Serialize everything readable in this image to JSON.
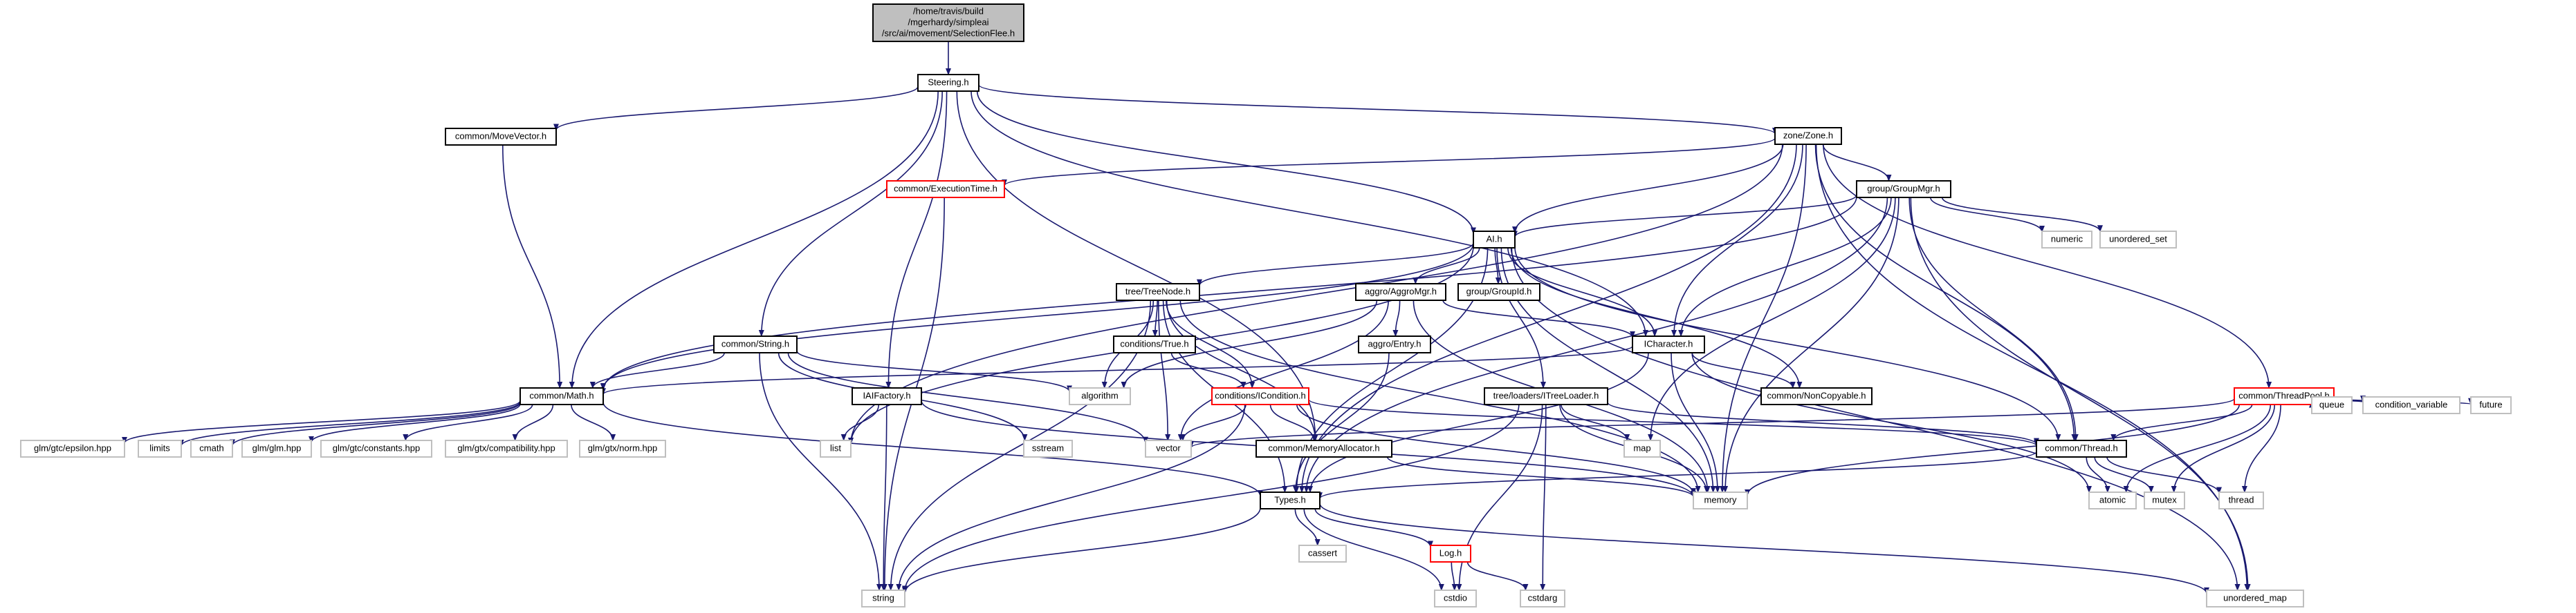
{
  "colors": {
    "background": "#ffffff",
    "edge": "#191970",
    "text": "#000000",
    "root_fill": "#bfbfbf",
    "box_border": "#000000",
    "incomplete_border": "#ff0000",
    "external_border": "#bfbfbf"
  },
  "nodes": [
    {
      "id": "root",
      "lines": [
        "/home/travis/build",
        "/mgerhardy/simpleai",
        "/src/ai/movement/SelectionFlee.h"
      ],
      "kind": "root"
    },
    {
      "id": "steering",
      "lines": [
        "Steering.h"
      ],
      "kind": "file"
    },
    {
      "id": "movevector",
      "lines": [
        "common/MoveVector.h"
      ],
      "kind": "file"
    },
    {
      "id": "zone",
      "lines": [
        "zone/Zone.h"
      ],
      "kind": "file"
    },
    {
      "id": "exectime",
      "lines": [
        "common/ExecutionTime.h"
      ],
      "kind": "incomplete"
    },
    {
      "id": "groupmgr",
      "lines": [
        "group/GroupMgr.h"
      ],
      "kind": "file"
    },
    {
      "id": "numeric",
      "lines": [
        "numeric"
      ],
      "kind": "external"
    },
    {
      "id": "unordered_set",
      "lines": [
        "unordered_set"
      ],
      "kind": "external"
    },
    {
      "id": "ai",
      "lines": [
        "AI.h"
      ],
      "kind": "file"
    },
    {
      "id": "treenode",
      "lines": [
        "tree/TreeNode.h"
      ],
      "kind": "file"
    },
    {
      "id": "aggromgr",
      "lines": [
        "aggro/AggroMgr.h"
      ],
      "kind": "file"
    },
    {
      "id": "groupid",
      "lines": [
        "group/GroupId.h"
      ],
      "kind": "file"
    },
    {
      "id": "string_h",
      "lines": [
        "common/String.h"
      ],
      "kind": "file"
    },
    {
      "id": "true_h",
      "lines": [
        "conditions/True.h"
      ],
      "kind": "file"
    },
    {
      "id": "entry",
      "lines": [
        "aggro/Entry.h"
      ],
      "kind": "file"
    },
    {
      "id": "icharacter",
      "lines": [
        "ICharacter.h"
      ],
      "kind": "file"
    },
    {
      "id": "math",
      "lines": [
        "common/Math.h"
      ],
      "kind": "file"
    },
    {
      "id": "iaifactory",
      "lines": [
        "IAIFactory.h"
      ],
      "kind": "file"
    },
    {
      "id": "algorithm",
      "lines": [
        "algorithm"
      ],
      "kind": "external"
    },
    {
      "id": "icondition",
      "lines": [
        "conditions/ICondition.h"
      ],
      "kind": "incomplete"
    },
    {
      "id": "treeloader",
      "lines": [
        "tree/loaders/ITreeLoader.h"
      ],
      "kind": "file"
    },
    {
      "id": "noncopyable",
      "lines": [
        "common/NonCopyable.h"
      ],
      "kind": "file"
    },
    {
      "id": "threadpool",
      "lines": [
        "common/ThreadPool.h"
      ],
      "kind": "incomplete"
    },
    {
      "id": "queue",
      "lines": [
        "queue"
      ],
      "kind": "external"
    },
    {
      "id": "condvar",
      "lines": [
        "condition_variable"
      ],
      "kind": "external"
    },
    {
      "id": "future",
      "lines": [
        "future"
      ],
      "kind": "external"
    },
    {
      "id": "glm_epsilon",
      "lines": [
        "glm/gtc/epsilon.hpp"
      ],
      "kind": "external"
    },
    {
      "id": "limits",
      "lines": [
        "limits"
      ],
      "kind": "external"
    },
    {
      "id": "cmath",
      "lines": [
        "cmath"
      ],
      "kind": "external"
    },
    {
      "id": "glm_glm",
      "lines": [
        "glm/glm.hpp"
      ],
      "kind": "external"
    },
    {
      "id": "glm_constants",
      "lines": [
        "glm/gtc/constants.hpp"
      ],
      "kind": "external"
    },
    {
      "id": "glm_compat",
      "lines": [
        "glm/gtx/compatibility.hpp"
      ],
      "kind": "external"
    },
    {
      "id": "glm_norm",
      "lines": [
        "glm/gtx/norm.hpp"
      ],
      "kind": "external"
    },
    {
      "id": "list",
      "lines": [
        "list"
      ],
      "kind": "external"
    },
    {
      "id": "sstream",
      "lines": [
        "sstream"
      ],
      "kind": "external"
    },
    {
      "id": "vector",
      "lines": [
        "vector"
      ],
      "kind": "external"
    },
    {
      "id": "memalloc",
      "lines": [
        "common/MemoryAllocator.h"
      ],
      "kind": "file"
    },
    {
      "id": "map",
      "lines": [
        "map"
      ],
      "kind": "external"
    },
    {
      "id": "thread_h",
      "lines": [
        "common/Thread.h"
      ],
      "kind": "file"
    },
    {
      "id": "memory",
      "lines": [
        "memory"
      ],
      "kind": "external"
    },
    {
      "id": "atomic",
      "lines": [
        "atomic"
      ],
      "kind": "external"
    },
    {
      "id": "mutex",
      "lines": [
        "mutex"
      ],
      "kind": "external"
    },
    {
      "id": "thread",
      "lines": [
        "thread"
      ],
      "kind": "external"
    },
    {
      "id": "types",
      "lines": [
        "Types.h"
      ],
      "kind": "file"
    },
    {
      "id": "cassert",
      "lines": [
        "cassert"
      ],
      "kind": "external"
    },
    {
      "id": "log",
      "lines": [
        "Log.h"
      ],
      "kind": "incomplete"
    },
    {
      "id": "string",
      "lines": [
        "string"
      ],
      "kind": "external"
    },
    {
      "id": "unordered_map",
      "lines": [
        "unordered_map"
      ],
      "kind": "external"
    },
    {
      "id": "cstdio",
      "lines": [
        "cstdio"
      ],
      "kind": "external"
    },
    {
      "id": "cstdarg",
      "lines": [
        "cstdarg"
      ],
      "kind": "external"
    }
  ],
  "edges": [
    [
      "root",
      "steering"
    ],
    [
      "steering",
      "movevector"
    ],
    [
      "steering",
      "math"
    ],
    [
      "steering",
      "string_h"
    ],
    [
      "steering",
      "iaifactory"
    ],
    [
      "steering",
      "ai"
    ],
    [
      "steering",
      "zone"
    ],
    [
      "steering",
      "icharacter"
    ],
    [
      "steering",
      "memalloc"
    ],
    [
      "movevector",
      "math"
    ],
    [
      "zone",
      "exectime"
    ],
    [
      "zone",
      "groupmgr"
    ],
    [
      "zone",
      "ai"
    ],
    [
      "zone",
      "icharacter"
    ],
    [
      "zone",
      "thread_h"
    ],
    [
      "zone",
      "threadpool"
    ],
    [
      "zone",
      "unordered_map"
    ],
    [
      "zone",
      "list"
    ],
    [
      "zone",
      "memory"
    ],
    [
      "zone",
      "types"
    ],
    [
      "exectime",
      "string"
    ],
    [
      "groupmgr",
      "ai"
    ],
    [
      "groupmgr",
      "numeric"
    ],
    [
      "groupmgr",
      "unordered_set"
    ],
    [
      "groupmgr",
      "math"
    ],
    [
      "groupmgr",
      "icharacter"
    ],
    [
      "groupmgr",
      "thread_h"
    ],
    [
      "groupmgr",
      "types"
    ],
    [
      "groupmgr",
      "map"
    ],
    [
      "groupmgr",
      "memory"
    ],
    [
      "groupmgr",
      "unordered_map"
    ],
    [
      "ai",
      "treenode"
    ],
    [
      "ai",
      "aggromgr"
    ],
    [
      "ai",
      "groupid"
    ],
    [
      "ai",
      "icharacter"
    ],
    [
      "ai",
      "math"
    ],
    [
      "ai",
      "treeloader"
    ],
    [
      "ai",
      "noncopyable"
    ],
    [
      "ai",
      "thread_h"
    ],
    [
      "ai",
      "types"
    ],
    [
      "ai",
      "memory"
    ],
    [
      "ai",
      "unordered_map"
    ],
    [
      "ai",
      "list"
    ],
    [
      "treenode",
      "true_h"
    ],
    [
      "treenode",
      "icondition"
    ],
    [
      "treenode",
      "algorithm"
    ],
    [
      "treenode",
      "vector"
    ],
    [
      "treenode",
      "types"
    ],
    [
      "treenode",
      "memalloc"
    ],
    [
      "treenode",
      "string"
    ],
    [
      "treenode",
      "memory"
    ],
    [
      "aggromgr",
      "entry"
    ],
    [
      "aggromgr",
      "icharacter"
    ],
    [
      "aggromgr",
      "algorithm"
    ],
    [
      "aggromgr",
      "vector"
    ],
    [
      "aggromgr",
      "memory"
    ],
    [
      "string_h",
      "math"
    ],
    [
      "string_h",
      "algorithm"
    ],
    [
      "string_h",
      "sstream"
    ],
    [
      "string_h",
      "vector"
    ],
    [
      "string_h",
      "string"
    ],
    [
      "true_h",
      "icondition"
    ],
    [
      "entry",
      "types"
    ],
    [
      "icharacter",
      "noncopyable"
    ],
    [
      "icharacter",
      "math"
    ],
    [
      "icharacter",
      "types"
    ],
    [
      "icharacter",
      "memory"
    ],
    [
      "icharacter",
      "atomic"
    ],
    [
      "math",
      "glm_epsilon"
    ],
    [
      "math",
      "limits"
    ],
    [
      "math",
      "cmath"
    ],
    [
      "math",
      "glm_glm"
    ],
    [
      "math",
      "glm_constants"
    ],
    [
      "math",
      "glm_compat"
    ],
    [
      "math",
      "glm_norm"
    ],
    [
      "math",
      "types"
    ],
    [
      "iaifactory",
      "list"
    ],
    [
      "iaifactory",
      "string"
    ],
    [
      "iaifactory",
      "memory"
    ],
    [
      "icondition",
      "vector"
    ],
    [
      "icondition",
      "memalloc"
    ],
    [
      "icondition",
      "thread_h"
    ],
    [
      "icondition",
      "string"
    ],
    [
      "icondition",
      "memory"
    ],
    [
      "treeloader",
      "thread_h"
    ],
    [
      "treeloader",
      "map"
    ],
    [
      "treeloader",
      "memory"
    ],
    [
      "treeloader",
      "string"
    ],
    [
      "treeloader",
      "cstdio"
    ],
    [
      "treeloader",
      "cstdarg"
    ],
    [
      "threadpool",
      "thread_h"
    ],
    [
      "threadpool",
      "queue"
    ],
    [
      "threadpool",
      "condvar"
    ],
    [
      "threadpool",
      "future"
    ],
    [
      "threadpool",
      "memory"
    ],
    [
      "threadpool",
      "atomic"
    ],
    [
      "threadpool",
      "mutex"
    ],
    [
      "threadpool",
      "thread"
    ],
    [
      "threadpool",
      "vector"
    ],
    [
      "memalloc",
      "memory"
    ],
    [
      "thread_h",
      "types"
    ],
    [
      "thread_h",
      "atomic"
    ],
    [
      "thread_h",
      "mutex"
    ],
    [
      "thread_h",
      "thread"
    ],
    [
      "types",
      "string"
    ],
    [
      "types",
      "cassert"
    ],
    [
      "types",
      "log"
    ],
    [
      "types",
      "unordered_map"
    ],
    [
      "types",
      "cstdio"
    ],
    [
      "log",
      "cstdio"
    ],
    [
      "log",
      "cstdarg"
    ]
  ]
}
